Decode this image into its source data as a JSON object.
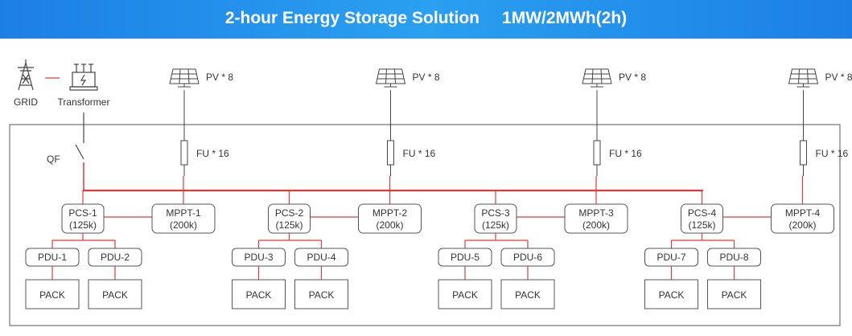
{
  "title": "2-hour Energy Storage Solution",
  "subtitle": "1MW/2MWh(2h)",
  "colors": {
    "accent_line": "#e03a3a",
    "box_border": "#555555",
    "header_blue": "#1c7fe6"
  },
  "grid": {
    "label": "GRID",
    "icon": "transmission-tower-icon"
  },
  "transformer": {
    "label": "Transformer",
    "icon": "transformer-icon"
  },
  "qf_label": "QF",
  "branches": [
    {
      "pv": "PV * 8",
      "fu": "FU * 16",
      "pcs": [
        "PCS-1",
        "(125k)"
      ],
      "mppt": [
        "MPPT-1",
        "(200k)"
      ],
      "pdus": [
        "PDU-1",
        "PDU-2"
      ],
      "packs": [
        "PACK",
        "PACK"
      ]
    },
    {
      "pv": "PV * 8",
      "fu": "FU * 16",
      "pcs": [
        "PCS-2",
        "(125k)"
      ],
      "mppt": [
        "MPPT-2",
        "(200k)"
      ],
      "pdus": [
        "PDU-3",
        "PDU-4"
      ],
      "packs": [
        "PACK",
        "PACK"
      ]
    },
    {
      "pv": "PV * 8",
      "fu": "FU * 16",
      "pcs": [
        "PCS-3",
        "(125k)"
      ],
      "mppt": [
        "MPPT-3",
        "(200k)"
      ],
      "pdus": [
        "PDU-5",
        "PDU-6"
      ],
      "packs": [
        "PACK",
        "PACK"
      ]
    },
    {
      "pv": "PV * 8",
      "fu": "FU * 16",
      "pcs": [
        "PCS-4",
        "(125k)"
      ],
      "mppt": [
        "MPPT-4",
        "(200k)"
      ],
      "pdus": [
        "PDU-7",
        "PDU-8"
      ],
      "packs": [
        "PACK",
        "PACK"
      ]
    }
  ]
}
